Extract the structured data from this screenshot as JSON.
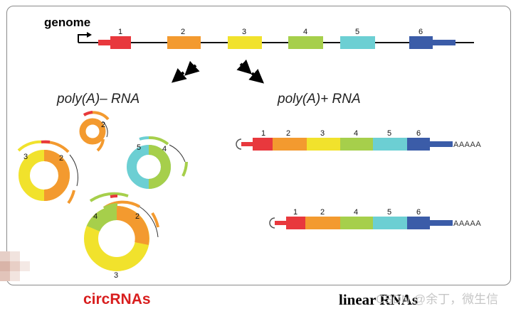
{
  "genome": {
    "label": "genome",
    "exon_labels": [
      "1",
      "2",
      "3",
      "4",
      "5",
      "6"
    ]
  },
  "sections": {
    "polyA_minus": "poly(A)– RNA",
    "polyA_plus": "poly(A)+ RNA"
  },
  "circ_rings": {
    "small": [
      "2"
    ],
    "left": [
      "3",
      "2"
    ],
    "right": [
      "5",
      "4"
    ],
    "large": [
      "4",
      "2",
      "3"
    ]
  },
  "linear1": {
    "labels": [
      "1",
      "2",
      "3",
      "4",
      "5",
      "6"
    ],
    "tail": "AAAAA"
  },
  "linear2": {
    "labels": [
      "1",
      "2",
      "4",
      "5",
      "6"
    ],
    "tail": "AAAAA"
  },
  "captions": {
    "circ": "circRNAs",
    "linear": "linear RNAs"
  },
  "watermark": "CSDN @余丁，微生信",
  "colors": {
    "exon1": "#e8383d",
    "exon2": "#f39a2f",
    "exon3": "#f1e22c",
    "exon4": "#a6cf4b",
    "exon5": "#6ccfd3",
    "exon6": "#3b5ca8",
    "circ_caption": "#d81e1e"
  }
}
